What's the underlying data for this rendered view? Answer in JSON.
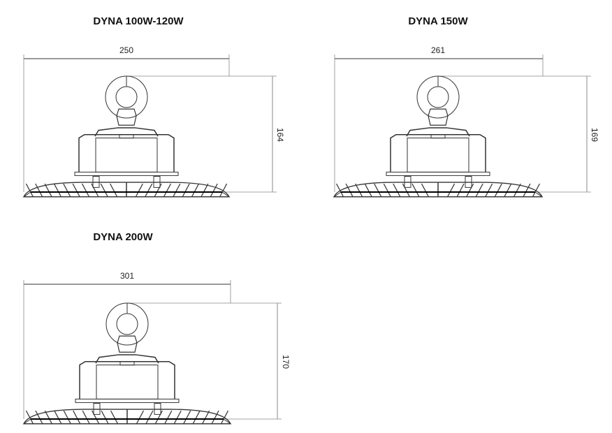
{
  "drawings": [
    {
      "title": "DYNA 100W-120W",
      "width_label": "250",
      "height_label": "164"
    },
    {
      "title": "DYNA 150W",
      "width_label": "261",
      "height_label": "169"
    },
    {
      "title": "DYNA 200W",
      "width_label": "301",
      "height_label": "170"
    }
  ],
  "colors": {
    "line": "#333333",
    "dim_line": "#888888"
  }
}
